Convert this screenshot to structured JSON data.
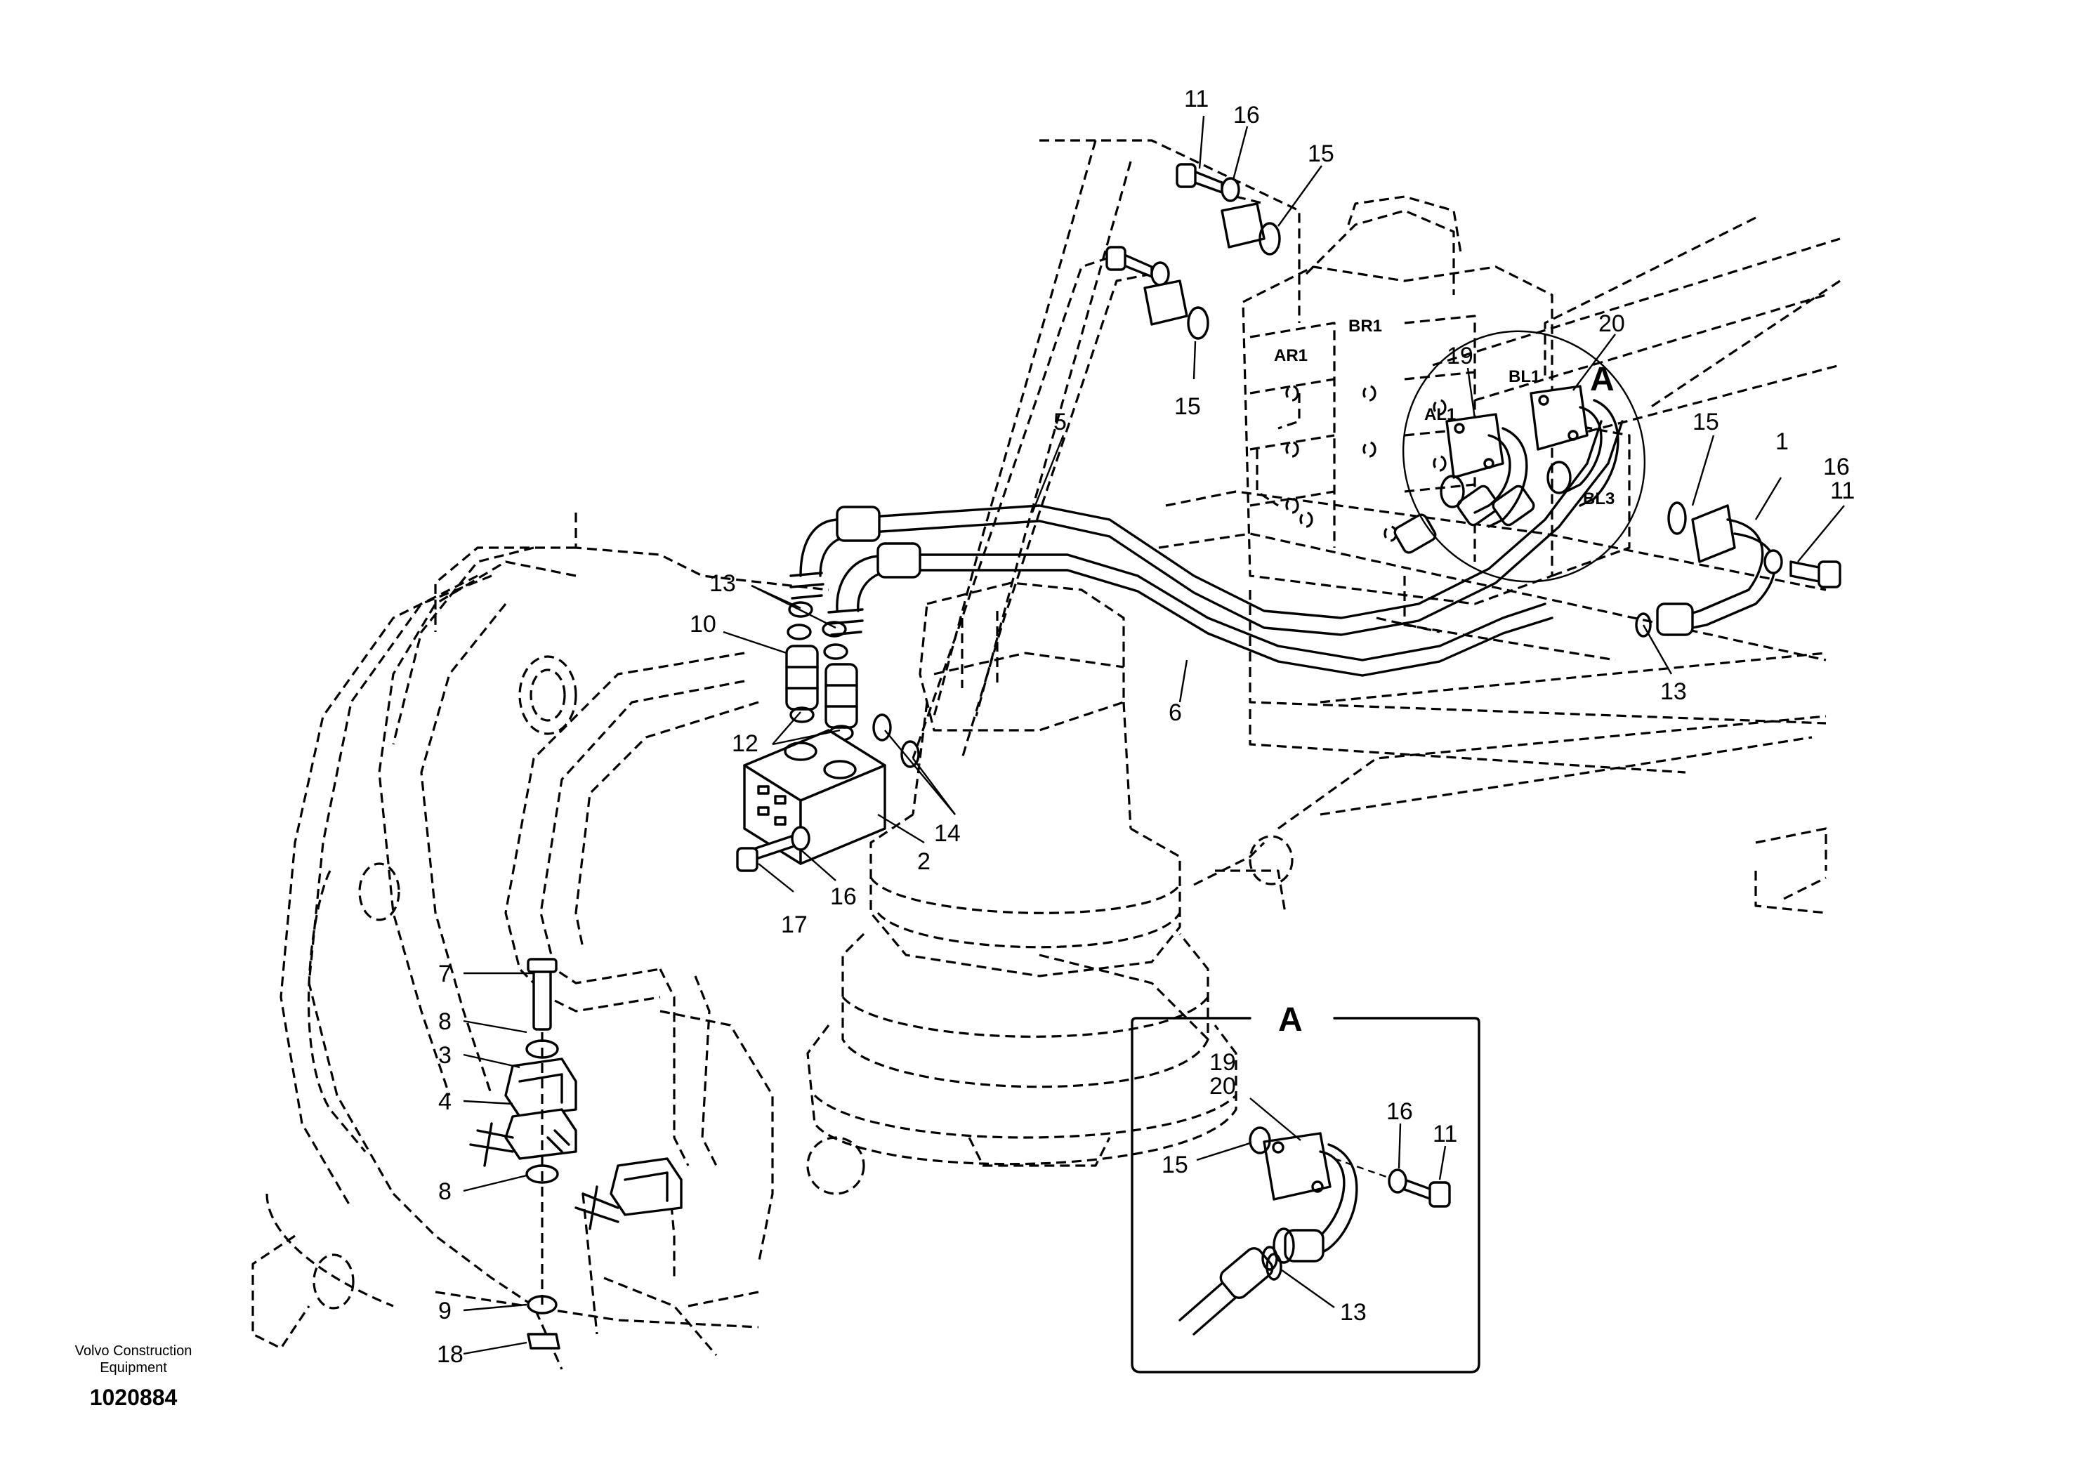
{
  "diagram": {
    "manufacturer_line1": "Volvo Construction",
    "manufacturer_line2": "Equipment",
    "drawing_number": "1020884",
    "detail_marker": "A",
    "detail_title": "A",
    "port_labels": {
      "br1": "BR1",
      "ar1": "AR1",
      "bl1": "BL1",
      "al1": "AL1",
      "bl3": "BL3"
    },
    "callouts": {
      "c11a": "11",
      "c16a": "16",
      "c15a": "15",
      "c15b": "15",
      "c20": "20",
      "c19": "19",
      "c5": "5",
      "c15c": "15",
      "c1": "1",
      "c16b": "16",
      "c11b": "11",
      "c13a": "13",
      "c10": "10",
      "c12": "12",
      "c14": "14",
      "c6": "6",
      "c13b": "13",
      "c2": "2",
      "c16c": "16",
      "c17": "17",
      "c7": "7",
      "c8a": "8",
      "c3": "3",
      "c4": "4",
      "c8b": "8",
      "c9": "9",
      "c18": "18",
      "d19": "19",
      "d20": "20",
      "d16": "16",
      "d11": "11",
      "d15": "15",
      "d13": "13"
    }
  }
}
